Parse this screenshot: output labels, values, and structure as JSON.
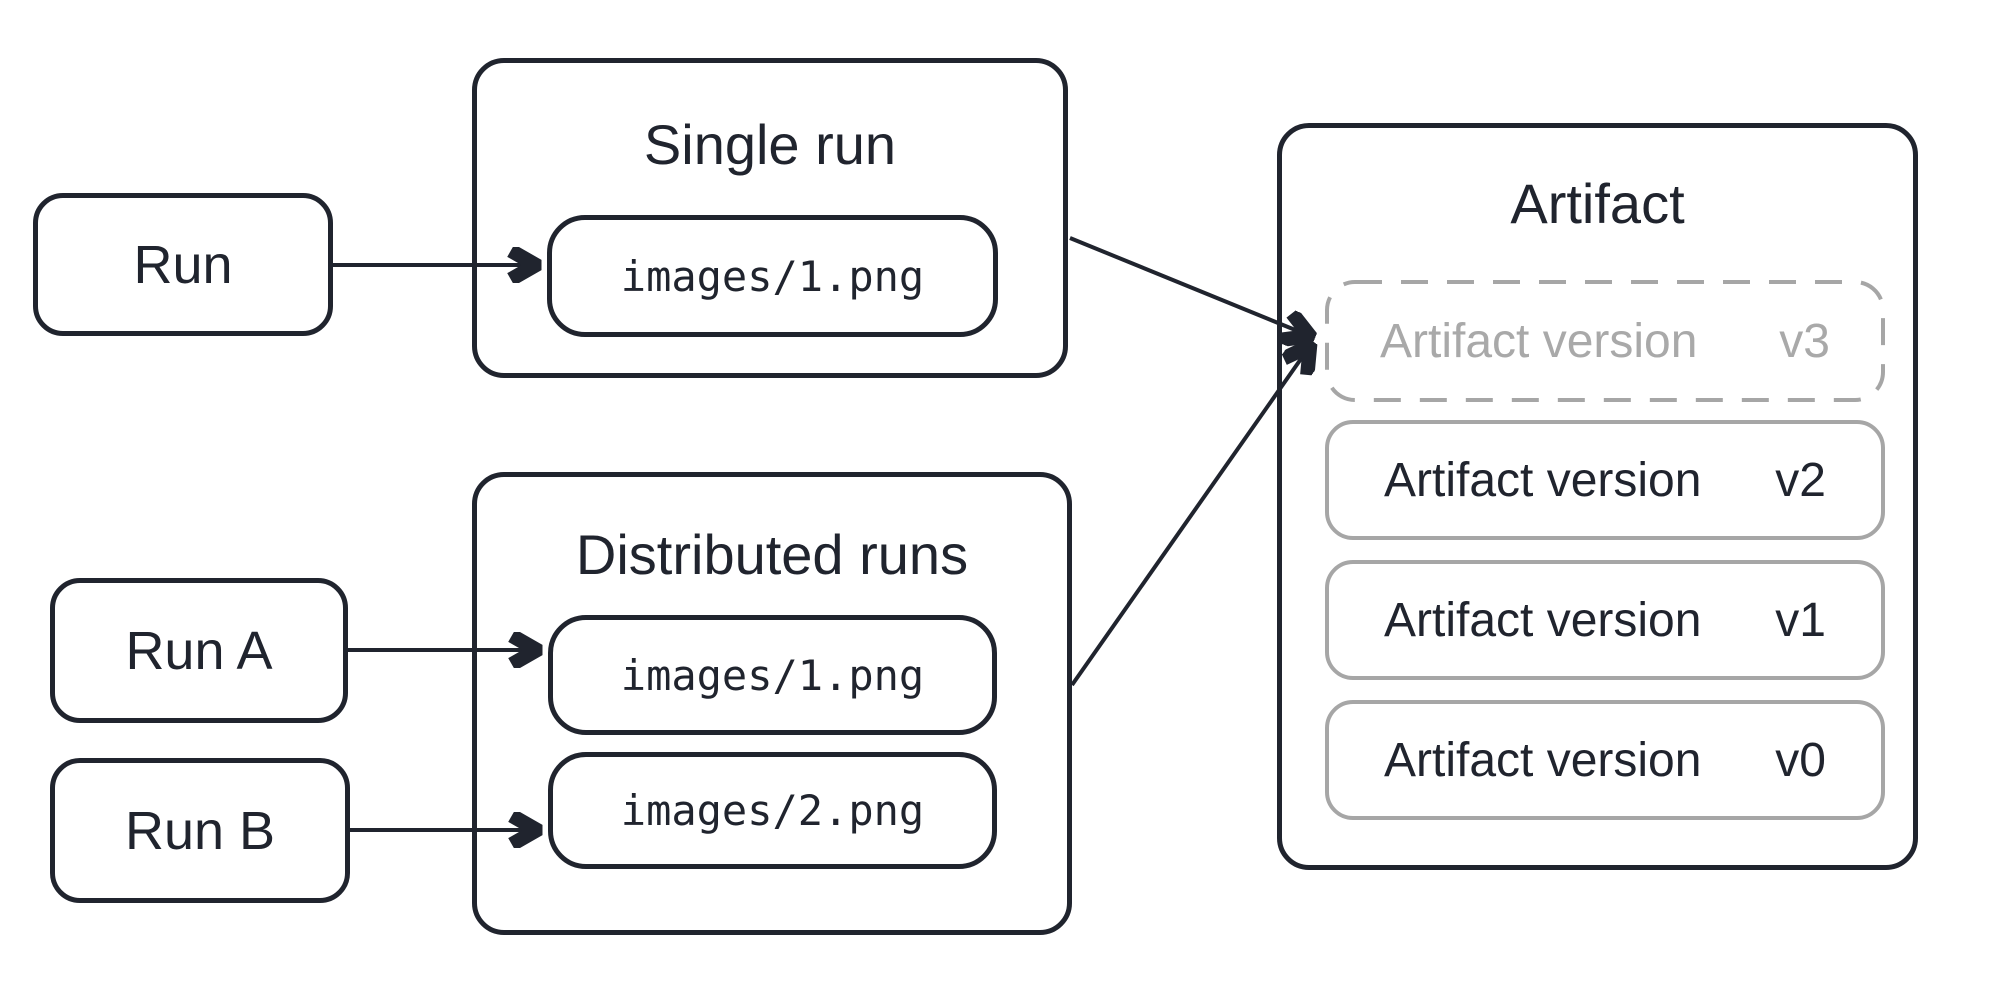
{
  "colors": {
    "dark": "#20242e",
    "gray_border": "#a6a6a6",
    "gray_text": "#a9a9a9",
    "background": "#ffffff"
  },
  "nodes": {
    "run": {
      "label": "Run"
    },
    "run_a": {
      "label": "Run A"
    },
    "run_b": {
      "label": "Run B"
    },
    "single_run": {
      "title": "Single run",
      "file": "images/1.png"
    },
    "distributed_runs": {
      "title": "Distributed runs",
      "files": [
        "images/1.png",
        "images/2.png"
      ]
    },
    "artifact": {
      "title": "Artifact",
      "versions": [
        {
          "label": "Artifact version",
          "tag": "v3",
          "state": "pending"
        },
        {
          "label": "Artifact version",
          "tag": "v2",
          "state": "committed"
        },
        {
          "label": "Artifact version",
          "tag": "v1",
          "state": "committed"
        },
        {
          "label": "Artifact version",
          "tag": "v0",
          "state": "committed"
        }
      ]
    }
  },
  "edges": [
    {
      "from": "Run",
      "to": "Single run / images/1.png"
    },
    {
      "from": "Run A",
      "to": "Distributed runs / images/1.png"
    },
    {
      "from": "Run B",
      "to": "Distributed runs / images/2.png"
    },
    {
      "from": "Single run",
      "to": "Artifact version v3"
    },
    {
      "from": "Distributed runs",
      "to": "Artifact version v3"
    }
  ]
}
